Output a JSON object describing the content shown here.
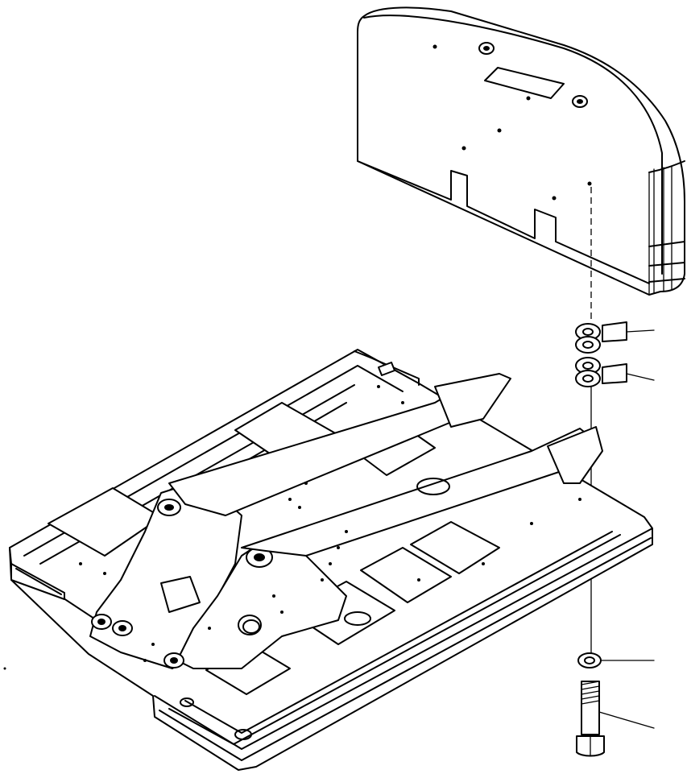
{
  "figure": {
    "type": "exploded-parts-diagram",
    "parts": [
      {
        "id": "counterweight",
        "icon": "counterweight-icon"
      },
      {
        "id": "revolving-frame",
        "icon": "frame-icon"
      },
      {
        "id": "washer-upper",
        "icon": "washer-icon",
        "leader": true
      },
      {
        "id": "washer-lower",
        "icon": "washer-icon",
        "leader": true
      },
      {
        "id": "flat-washer",
        "icon": "washer-icon",
        "leader": true
      },
      {
        "id": "bolt",
        "icon": "bolt-icon",
        "leader": true
      }
    ],
    "colors": {
      "line": "#000000",
      "background": "#ffffff"
    }
  }
}
